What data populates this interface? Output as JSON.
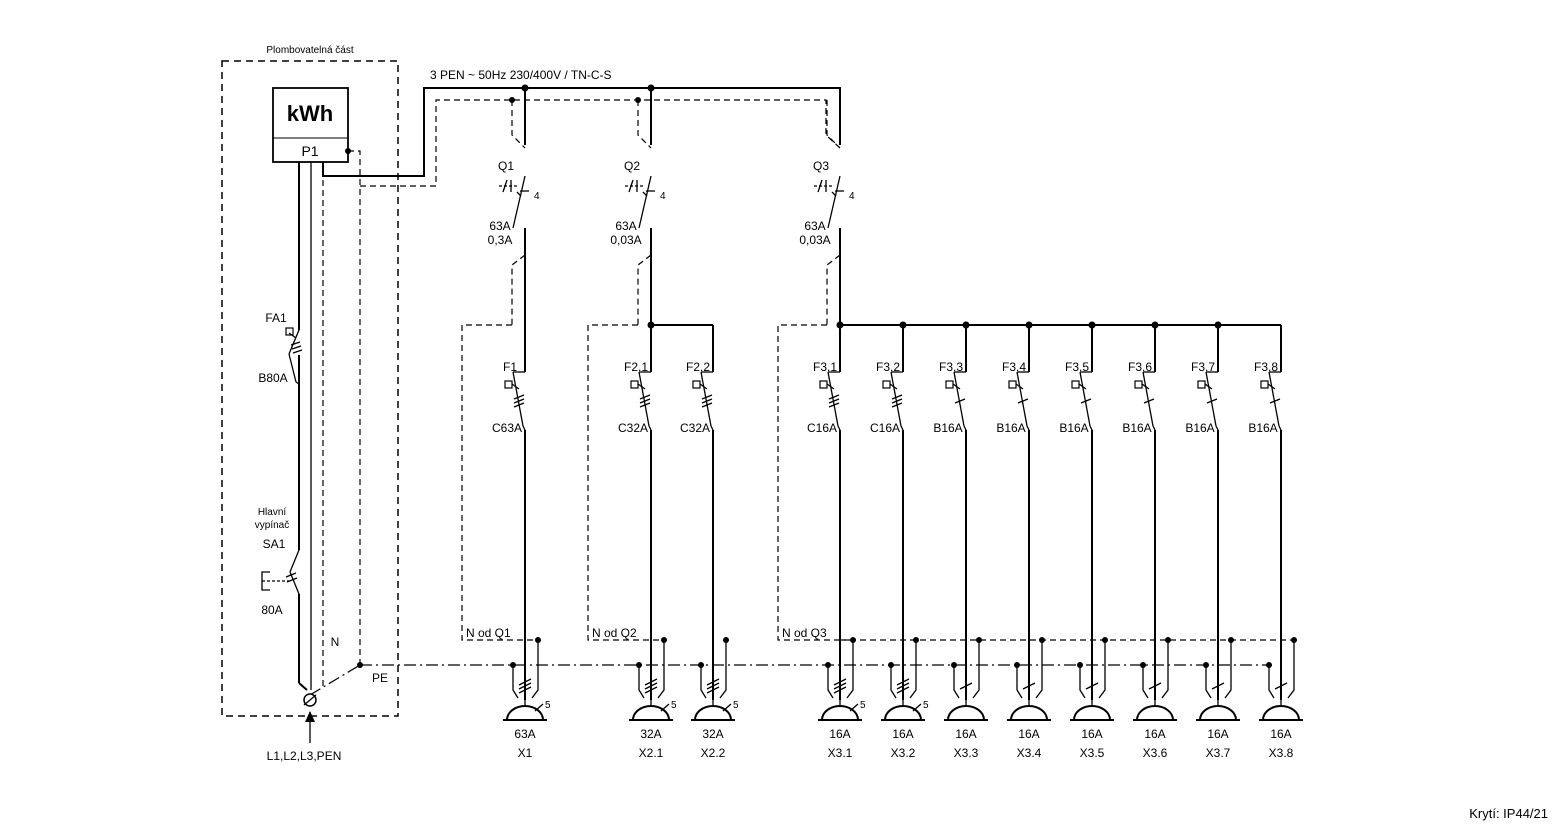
{
  "sealed_label": "Plombovatelná část",
  "meter": {
    "unit": "kWh",
    "id": "P1"
  },
  "supply_label": "3 PEN ~ 50Hz  230/400V / TN-C-S",
  "input_label": "L1,L2,L3,PEN",
  "n_label": "N",
  "pe_label": "PE",
  "fa1": {
    "id": "FA1",
    "rating": "B80A"
  },
  "sa1": {
    "caption1": "Hlavní",
    "caption2": "vypínač",
    "id": "SA1",
    "rating": "80A"
  },
  "rcd": [
    {
      "id": "Q1",
      "rating": "63A",
      "sens": "0,3A",
      "poles": "4",
      "n_label": "N od Q1"
    },
    {
      "id": "Q2",
      "rating": "63A",
      "sens": "0,03A",
      "poles": "4",
      "n_label": "N od Q2"
    },
    {
      "id": "Q3",
      "rating": "63A",
      "sens": "0,03A",
      "poles": "4",
      "n_label": "N od Q3"
    }
  ],
  "breakers": [
    {
      "id": "F1",
      "rating": "C63A"
    },
    {
      "id": "F2.1",
      "rating": "C32A"
    },
    {
      "id": "F2.2",
      "rating": "C32A"
    },
    {
      "id": "F3.1",
      "rating": "C16A"
    },
    {
      "id": "F3.2",
      "rating": "C16A"
    },
    {
      "id": "F3.3",
      "rating": "B16A"
    },
    {
      "id": "F3.4",
      "rating": "B16A"
    },
    {
      "id": "F3.5",
      "rating": "B16A"
    },
    {
      "id": "F3.6",
      "rating": "B16A"
    },
    {
      "id": "F3.7",
      "rating": "B16A"
    },
    {
      "id": "F3.8",
      "rating": "B16A"
    }
  ],
  "sockets": [
    {
      "rating": "63A",
      "id": "X1",
      "poles": "5"
    },
    {
      "rating": "32A",
      "id": "X2.1",
      "poles": "5"
    },
    {
      "rating": "32A",
      "id": "X2.2",
      "poles": "5"
    },
    {
      "rating": "16A",
      "id": "X3.1",
      "poles": "5"
    },
    {
      "rating": "16A",
      "id": "X3.2",
      "poles": "5"
    },
    {
      "rating": "16A",
      "id": "X3.3",
      "poles": ""
    },
    {
      "rating": "16A",
      "id": "X3.4",
      "poles": ""
    },
    {
      "rating": "16A",
      "id": "X3.5",
      "poles": ""
    },
    {
      "rating": "16A",
      "id": "X3.6",
      "poles": ""
    },
    {
      "rating": "16A",
      "id": "X3.7",
      "poles": ""
    },
    {
      "rating": "16A",
      "id": "X3.8",
      "poles": ""
    }
  ],
  "protection": "Krytí: IP44/21"
}
